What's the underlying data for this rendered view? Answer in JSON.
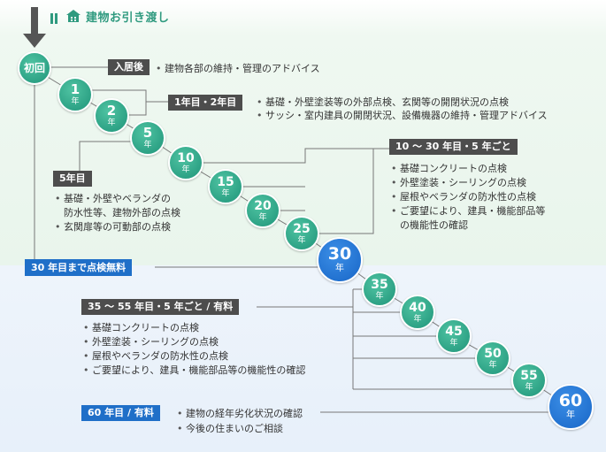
{
  "header": {
    "title": "建物お引き渡し"
  },
  "milestones": [
    {
      "key": "m0",
      "num": "初回",
      "unit": ""
    },
    {
      "key": "m1",
      "num": "1",
      "unit": "年"
    },
    {
      "key": "m2",
      "num": "2",
      "unit": "年"
    },
    {
      "key": "m5",
      "num": "5",
      "unit": "年"
    },
    {
      "key": "m10",
      "num": "10",
      "unit": "年"
    },
    {
      "key": "m15",
      "num": "15",
      "unit": "年"
    },
    {
      "key": "m20",
      "num": "20",
      "unit": "年"
    },
    {
      "key": "m25",
      "num": "25",
      "unit": "年"
    },
    {
      "key": "m30",
      "num": "30",
      "unit": "年"
    },
    {
      "key": "m35",
      "num": "35",
      "unit": "年"
    },
    {
      "key": "m40",
      "num": "40",
      "unit": "年"
    },
    {
      "key": "m45",
      "num": "45",
      "unit": "年"
    },
    {
      "key": "m50",
      "num": "50",
      "unit": "年"
    },
    {
      "key": "m55",
      "num": "55",
      "unit": "年"
    },
    {
      "key": "m60",
      "num": "60",
      "unit": "年"
    }
  ],
  "sections": {
    "move_in": {
      "label": "入居後",
      "items": [
        "建物各部の維持・管理のアドバイス"
      ]
    },
    "year1_2": {
      "label": "1年目・2年目",
      "items": [
        "基礎・外壁塗装等の外部点検、玄関等の開閉状況の点検",
        "サッシ・室内建具の開閉状況、設備機器の維持・管理アドバイス"
      ]
    },
    "year5": {
      "label": "5年目",
      "items": [
        "基礎・外壁やベランダの",
        "玄関扉等の可動部の点検"
      ],
      "item1_cont": "防水性等、建物外部の点検"
    },
    "every5_10_30": {
      "label": "10 〜 30 年目・5 年ごと",
      "items": [
        "基礎コンクリートの点検",
        "外壁塗装・シーリングの点検",
        "屋根やベランダの防水性の点検",
        "ご要望により、建具・機能部品等"
      ],
      "item4_cont": "の機能性の確認"
    },
    "free_until_30": {
      "label": "30 年目まで点検無料"
    },
    "every5_35_55": {
      "label": "35 〜 55 年目・5 年ごと / 有料",
      "items": [
        "基礎コンクリートの点検",
        "外壁塗装・シーリングの点検",
        "屋根やベランダの防水性の点検",
        "ご要望により、建具・機能部品等の機能性の確認"
      ]
    },
    "year60": {
      "label": "60 年目 / 有料",
      "items": [
        "建物の経年劣化状況の確認",
        "今後の住まいのご相談"
      ]
    }
  },
  "colors": {
    "green": "#2a9d80",
    "blue": "#1f6fc8",
    "dark_tag": "#4d4d4d",
    "line": "#777777"
  }
}
